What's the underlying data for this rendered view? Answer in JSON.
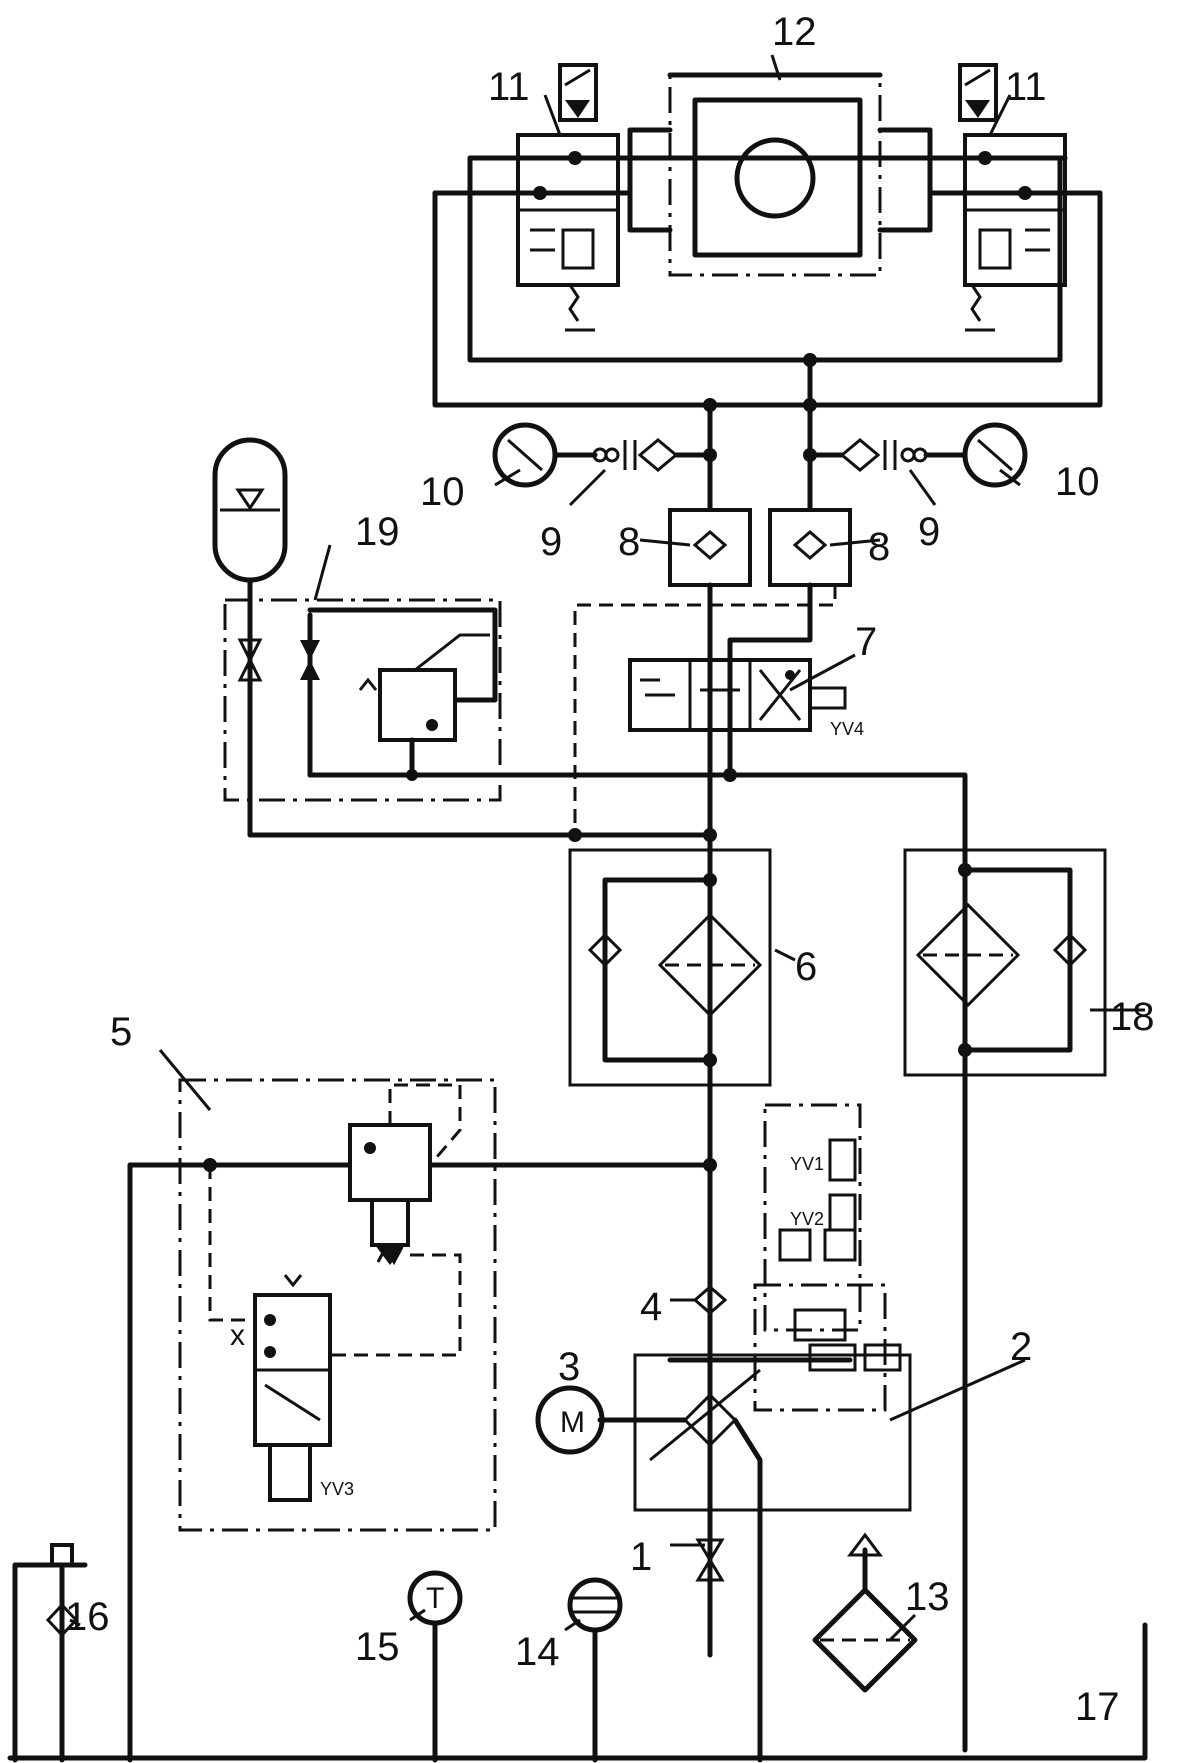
{
  "labels": {
    "l1": "1",
    "l2": "2",
    "l3": "3",
    "l4": "4",
    "l5": "5",
    "l6": "6",
    "l7": "7",
    "l8a": "8",
    "l8b": "8",
    "l9a": "9",
    "l9b": "9",
    "l10a": "10",
    "l10b": "10",
    "l11a": "11",
    "l11b": "11",
    "l12": "12",
    "l13": "13",
    "l14": "14",
    "l15": "15",
    "l16": "16",
    "l17": "17",
    "l18": "18",
    "l19": "19"
  },
  "solenoids": {
    "yv1": "YV1",
    "yv2": "YV2",
    "yv3": "YV3",
    "yv4": "YV4"
  },
  "symbols": {
    "motor": "M",
    "temp": "T",
    "port_x": "x"
  }
}
